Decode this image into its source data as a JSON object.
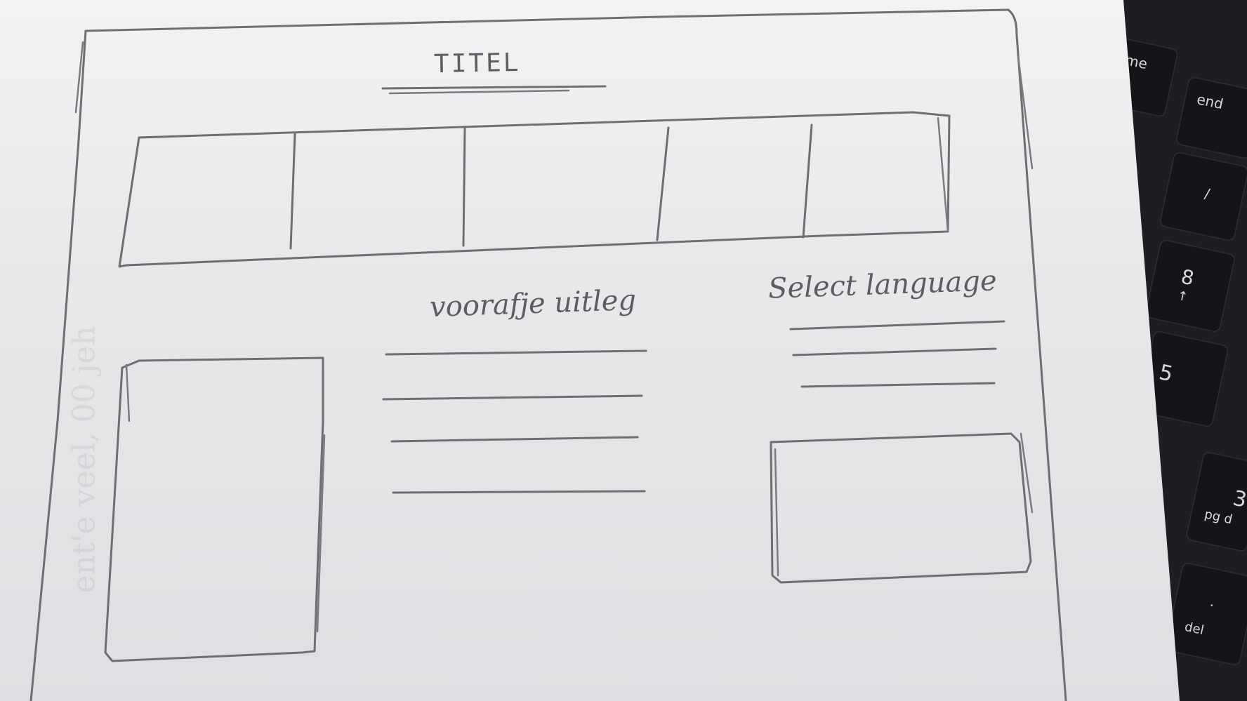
{
  "sketch": {
    "title": "TITEL",
    "intro_label": "voorafje uitleg",
    "language_label": "Select language"
  },
  "keyboard": {
    "keys": [
      {
        "label": "me"
      },
      {
        "label": "end"
      },
      {
        "label": "/"
      },
      {
        "label": "8",
        "sub": "↑"
      },
      {
        "label": "5"
      },
      {
        "label": "3",
        "sub": "pg d"
      },
      {
        "label": ".",
        "sub": "del"
      }
    ]
  },
  "bleed_text": "ent'e veel, 00 jeh"
}
